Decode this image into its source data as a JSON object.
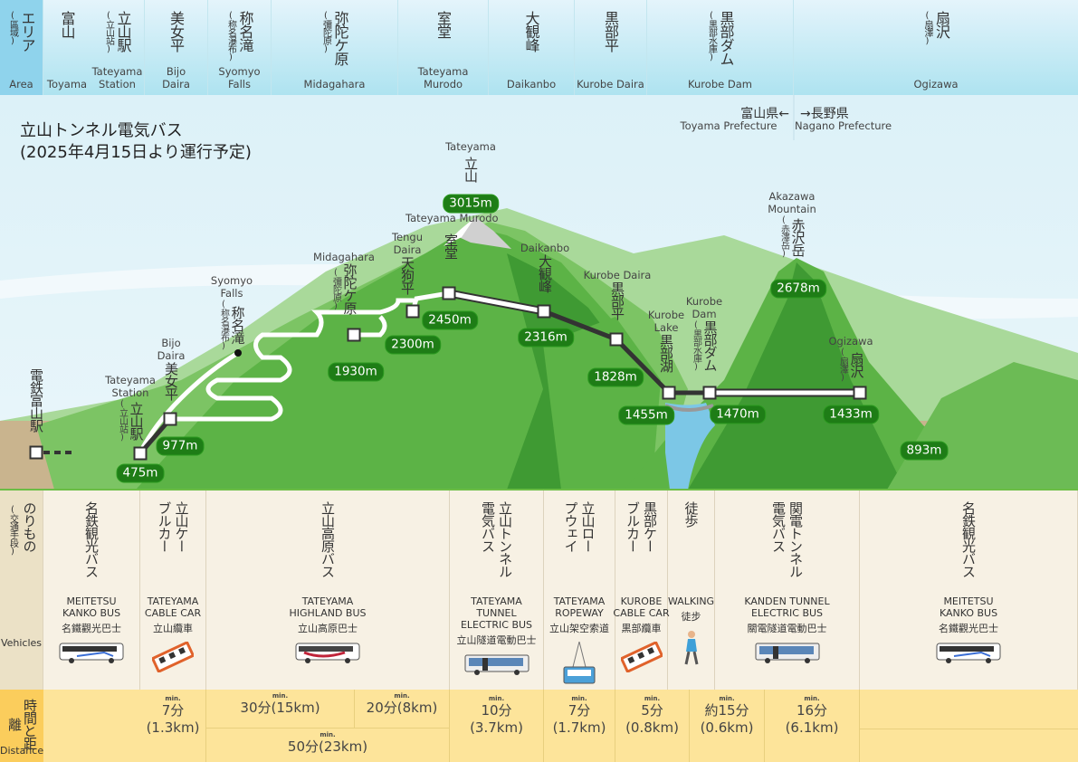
{
  "header": {
    "area": {
      "jp": "エリア",
      "sub": "(區域)",
      "en": "Area"
    },
    "columns": [
      {
        "jp": "富山",
        "sub": "",
        "en": "Toyama"
      },
      {
        "jp": "立山駅",
        "sub": "(立山站)",
        "en": "Tateyama Station"
      },
      {
        "jp": "美女平",
        "sub": "",
        "en": "Bijo Daira"
      },
      {
        "jp": "称名滝",
        "sub": "(称名瀑布)",
        "en": "Syomyo Falls"
      },
      {
        "jp": "弥陀ケ原",
        "sub": "(彌陀原)",
        "en": "Midagahara"
      },
      {
        "jp": "室堂",
        "sub": "",
        "en": "Tateyama Murodo"
      },
      {
        "jp": "大観峰",
        "sub": "",
        "en": "Daikanbo"
      },
      {
        "jp": "黒部平",
        "sub": "",
        "en": "Kurobe Daira"
      },
      {
        "jp": "黒部ダム",
        "sub": "(黒部水庫)",
        "en": "Kurobe Dam"
      },
      {
        "jp": "扇沢",
        "sub": "(扇澤)",
        "en": "Ogizawa"
      }
    ]
  },
  "prefectures": {
    "toyama_jp": "富山県←",
    "toyama_en": "Toyama Prefecture",
    "nagano_jp": "→長野県",
    "nagano_en": "Nagano Prefecture"
  },
  "title": {
    "line1": "立山トンネル電気バス",
    "line2": "(2025年4月15日より運行予定)"
  },
  "map": {
    "labels": {
      "dentetsu": {
        "jp": "電鉄富山駅"
      },
      "tateyama": {
        "en": "Tateyama Station",
        "jp": "立山駅",
        "sub": "(立山站)"
      },
      "bijo": {
        "en": "Bijo Daira",
        "jp": "美女平"
      },
      "syomyo": {
        "en": "Syomyo Falls",
        "jp": "称名滝",
        "sub": "(称名瀑布)"
      },
      "midagahara": {
        "en": "Midagahara",
        "jp": "弥陀ケ原",
        "sub": "(彌陀原)"
      },
      "tengu": {
        "en": "Tengu Daira",
        "jp": "天狗平"
      },
      "murodo": {
        "en": "Tateyama Murodo",
        "jp": "室堂"
      },
      "tateyama_peak": {
        "en": "Tateyama",
        "jp": "立山"
      },
      "daikanbo": {
        "en": "Daikanbo",
        "jp": "大観峰"
      },
      "kurobedaira": {
        "en": "Kurobe Daira",
        "jp": "黒部平"
      },
      "kurobelake": {
        "en": "Kurobe Lake",
        "jp": "黒部湖"
      },
      "kurobedam": {
        "en": "Kurobe Dam",
        "jp": "黒部ダム",
        "sub": "(黒部水庫)"
      },
      "akazawa": {
        "en": "Akazawa Mountain",
        "jp": "赤沢岳",
        "sub": "(赤澤岳)"
      },
      "ogizawa": {
        "en": "Ogizawa",
        "jp": "扇沢",
        "sub": "(扇澤)"
      }
    },
    "elevations": [
      "475m",
      "977m",
      "1930m",
      "2300m",
      "2450m",
      "3015m",
      "2316m",
      "1828m",
      "1455m",
      "1470m",
      "1433m",
      "2678m",
      "893m"
    ]
  },
  "vehicles": {
    "label_jp": "のりもの",
    "label_sub": "(交通手段)",
    "label_en": "Vehicles",
    "items": [
      {
        "jp": "名鉄観光バス",
        "en": "MEITETSU\nKANKO BUS",
        "cn": "名鐵觀光巴士",
        "icon": "coach-bus"
      },
      {
        "jp": "立山ケーブルカー",
        "en": "TATEYAMA\nCABLE CAR",
        "cn": "立山纜車",
        "icon": "cable-car"
      },
      {
        "jp": "立山高原バス",
        "en": "TATEYAMA\nHIGHLAND BUS",
        "cn": "立山高原巴士",
        "icon": "highland-bus"
      },
      {
        "jp": "立山トンネル電気バス",
        "en": "TATEYAMA\nTUNNEL\nELECTRIC BUS",
        "cn": "立山隧道電動巴士",
        "icon": "electric-bus"
      },
      {
        "jp": "立山ロープウェイ",
        "en": "TATEYAMA\nROPEWAY",
        "cn": "立山架空索道",
        "icon": "ropeway"
      },
      {
        "jp": "黒部ケーブルカー",
        "en": "KUROBE\nCABLE CAR",
        "cn": "黒部纜車",
        "icon": "cable-car"
      },
      {
        "jp": "徒歩",
        "en": "WALKING",
        "cn": "徒步",
        "icon": "walking-person"
      },
      {
        "jp": "関電トンネル電気バス",
        "en": "KANDEN TUNNEL\nELECTRIC BUS",
        "cn": "關電隧道電動巴士",
        "icon": "electric-bus"
      },
      {
        "jp": "名鉄観光バス",
        "en": "MEITETSU\nKANKO BUS",
        "cn": "名鐵觀光巴士",
        "icon": "coach-bus"
      }
    ]
  },
  "times": {
    "label_jp": "時間と距離",
    "label_en": "Distance",
    "min": "min.",
    "items": [
      {
        "t": "7分",
        "d": "(1.3km)"
      },
      {
        "t": "30分(15km)"
      },
      {
        "t": "20分(8km)"
      },
      {
        "t": "50分(23km)"
      },
      {
        "t": "10分",
        "d": "(3.7km)"
      },
      {
        "t": "7分",
        "d": "(1.7km)"
      },
      {
        "t": "5分",
        "d": "(0.8km)"
      },
      {
        "t": "約15分",
        "d": "(0.6km)"
      },
      {
        "t": "16分",
        "d": "(6.1km)"
      }
    ]
  },
  "colors": {
    "route_green": "#1e7d16",
    "vehicle_bg": "#f7f1e4",
    "time_bg": "#fde49a",
    "header_bg": "#bfe9f3"
  }
}
